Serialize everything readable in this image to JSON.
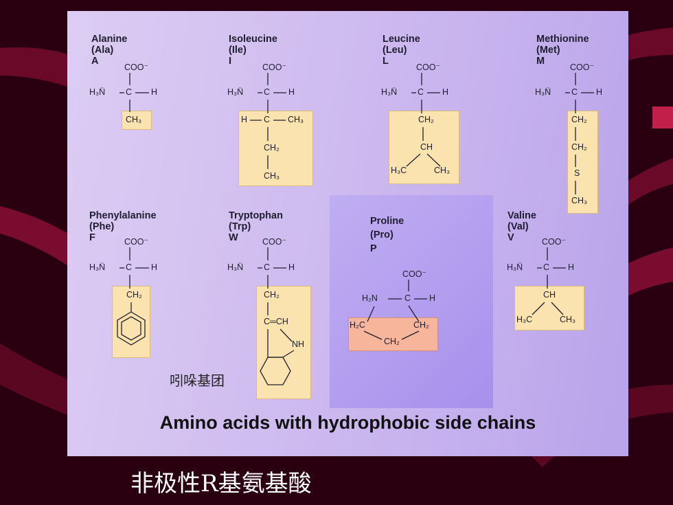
{
  "amino_acids": [
    {
      "name": "Alanine",
      "abbr3": "(Ala)",
      "abbr1": "A"
    },
    {
      "name": "Isoleucine",
      "abbr3": "(Ile)",
      "abbr1": "I"
    },
    {
      "name": "Leucine",
      "abbr3": "(Leu)",
      "abbr1": "L"
    },
    {
      "name": "Methionine",
      "abbr3": "(Met)",
      "abbr1": "M"
    },
    {
      "name": "Phenylalanine",
      "abbr3": "(Phe)",
      "abbr1": "F"
    },
    {
      "name": "Tryptophan",
      "abbr3": "(Trp)",
      "abbr1": "W"
    },
    {
      "name": "Proline",
      "abbr3": "(Pro)",
      "abbr1": "P"
    },
    {
      "name": "Valine",
      "abbr3": "(Val)",
      "abbr1": "V"
    }
  ],
  "labels": {
    "coo": "COO⁻",
    "h3n": "H₃N̈",
    "c": "C",
    "h": "H",
    "ch3": "CH₃",
    "ch2": "CH₂",
    "ch": "CH",
    "s": "S",
    "h3c": "H₃C",
    "nh": "NH",
    "c_eq_ch": "C═CH",
    "h2n": "H₂N",
    "h2c": "H₂C"
  },
  "indole_note": "吲哚基团",
  "caption": "Amino acids with hydrophobic side chains",
  "slide_title": "非极性R基氨基酸",
  "colors": {
    "side_box": "#fbe3b0",
    "proline_box": "#f7b59b",
    "panel": "#d2bff0",
    "background": "#2a0010"
  }
}
